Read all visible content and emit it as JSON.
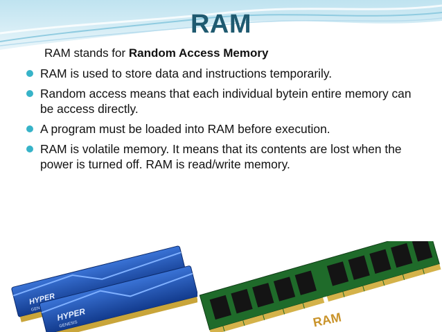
{
  "slide": {
    "title": "RAM",
    "subtitle_prefix": "RAM stands for ",
    "subtitle_bold": "Random Access Memory",
    "bullets": [
      "RAM is used to store data and instructions temporarily.",
      "Random access means that each individual bytein entire memory can be access directly.",
      "A program must be loaded into RAM before execution.",
      "RAM is volatile memory. It means that its contents are lost when the power is turned off. RAM is read/write memory."
    ]
  },
  "images": {
    "kingston_label": "HYPER",
    "kingston_sublabel": "GENESIS",
    "stick_label": "RAM"
  },
  "colors": {
    "title": "#1f5a70",
    "bullet": "#37b3c8",
    "wave": "#9fd3e6",
    "module_blue": "#1d4fb5",
    "pcb_green": "#1f6b2a"
  }
}
